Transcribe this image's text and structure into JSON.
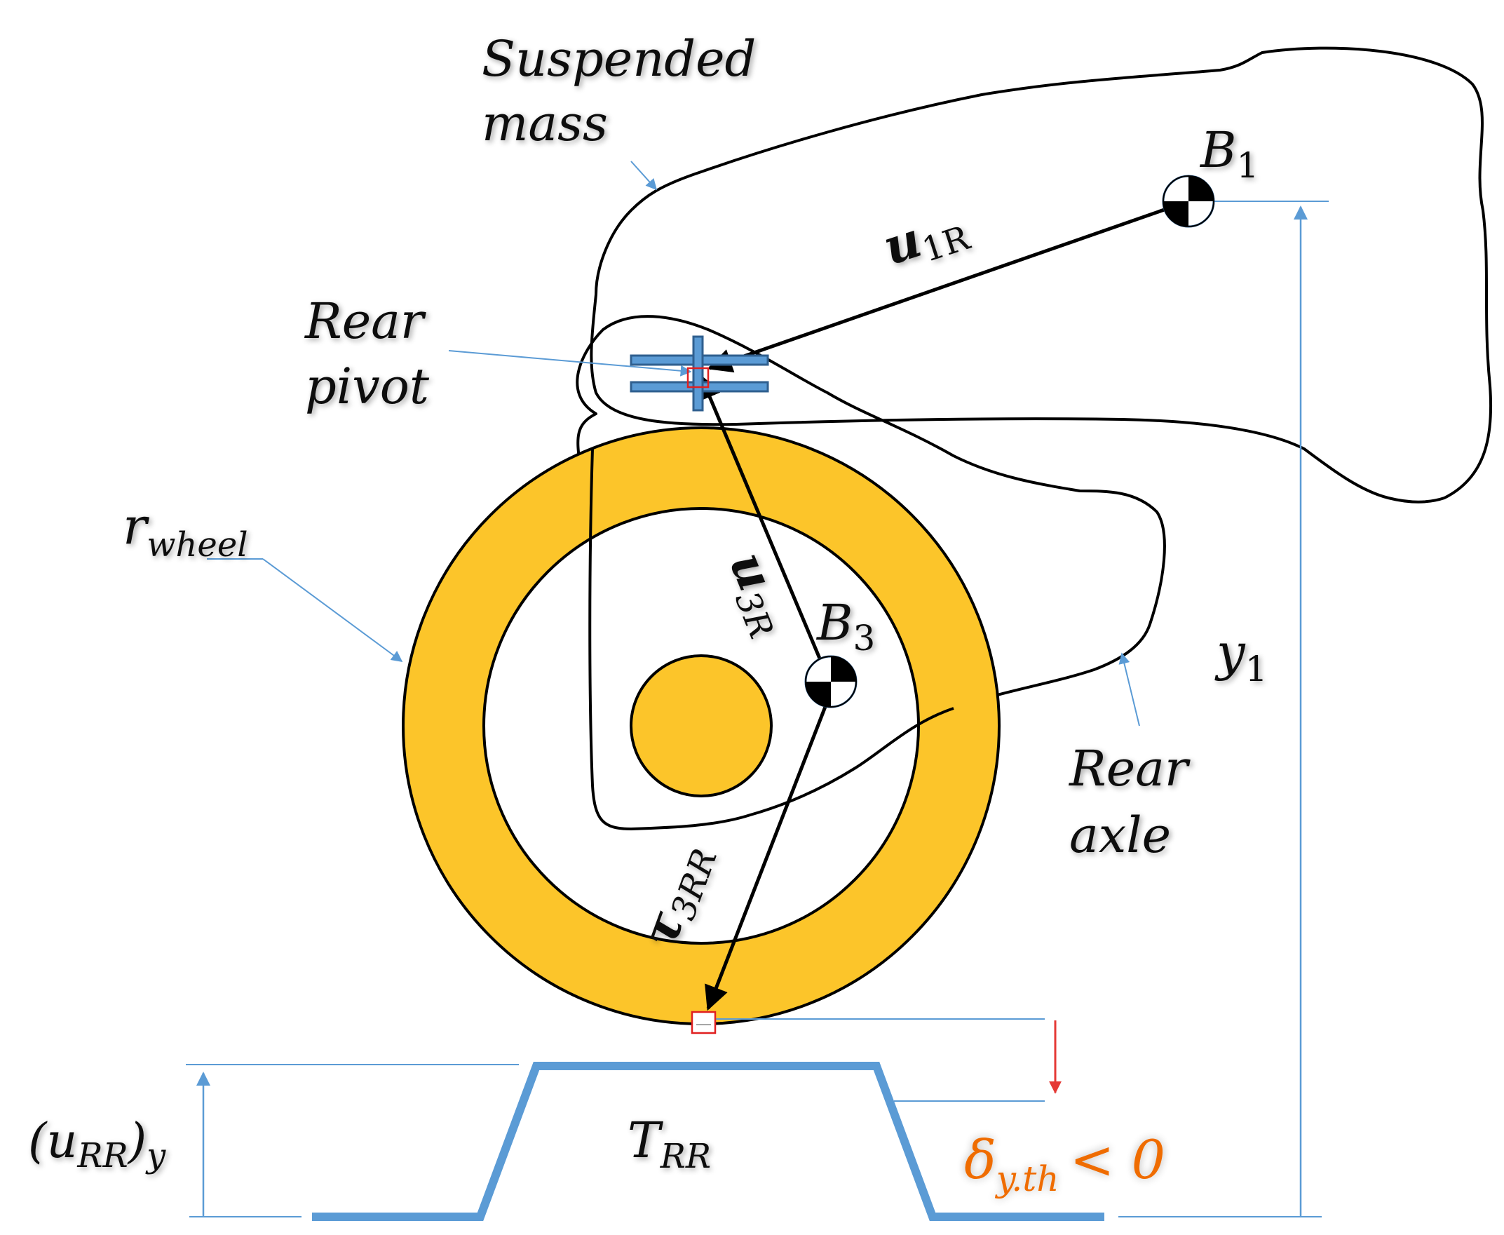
{
  "labels": {
    "suspended_mass_line1": "Suspended",
    "suspended_mass_line2": "mass",
    "rear_pivot_line1": "Rear",
    "rear_pivot_line2": "pivot",
    "rear_axle_line1": "Rear",
    "rear_axle_line2": "axle",
    "r_wheel_main": "r",
    "r_wheel_sub": "wheel",
    "b1_main": "B",
    "b1_sub": "1",
    "b3_main": "B",
    "b3_sub": "3",
    "u1r_main": "u",
    "u1r_sub": "1R",
    "u3r_main": "u",
    "u3r_sub": "3R",
    "tau3rr_main": "τ",
    "tau3rr_sub": "3RR",
    "y1_main": "y",
    "y1_sub": "1",
    "urr_y_open": "(u",
    "urr_y_sub": "RR",
    "urr_y_close": ")",
    "urr_y_sub2": "y",
    "trr_main": "T",
    "trr_sub": "RR",
    "delta_main": "δ",
    "delta_sub": "y.th",
    "delta_rel": "< 0"
  },
  "colors": {
    "tire": "#fcc52a",
    "outline": "#000000",
    "guide": "#5b9bd5",
    "bump": "#5b9bd5",
    "pivot_marker": "#2f5f8f",
    "highlight_box": "#e02020",
    "threshold_arrow": "#e53935",
    "threshold_text": "#ef6c00"
  },
  "icons": {
    "center_of_mass": "center-of-mass-icon",
    "pivot": "pivot-cross-icon",
    "contact": "contact-point-marker"
  }
}
